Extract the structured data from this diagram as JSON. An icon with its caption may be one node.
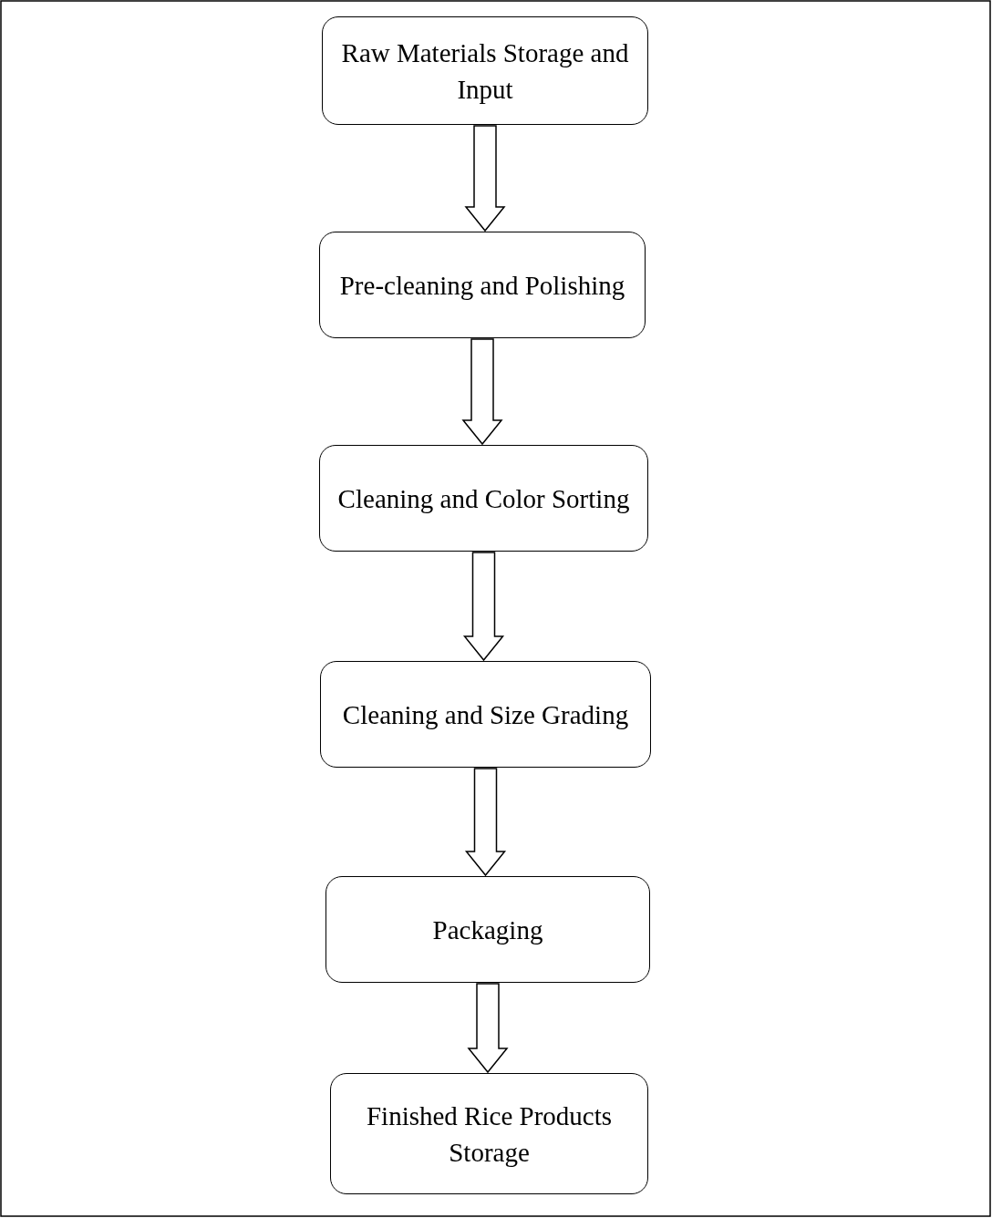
{
  "diagram": {
    "nodes": [
      {
        "text": [
          "Raw Materials Storage and Input"
        ]
      },
      {
        "text": [
          "Pre-cleaning and Polishing"
        ]
      },
      {
        "text": [
          "Cleaning and Color Sorting"
        ]
      },
      {
        "text": [
          "Cleaning and Size Grading"
        ]
      },
      {
        "text": [
          "Packaging"
        ]
      },
      {
        "text": [
          "Finished Rice Products Storage"
        ]
      }
    ],
    "edges": [
      {
        "from": 0,
        "to": 1,
        "arrow": "to"
      },
      {
        "from": 1,
        "to": 2,
        "arrow": "to"
      },
      {
        "from": 2,
        "to": 3,
        "arrow": "to"
      },
      {
        "from": 3,
        "to": 4,
        "arrow": "to"
      },
      {
        "from": 4,
        "to": 5,
        "arrow": "to"
      }
    ]
  }
}
